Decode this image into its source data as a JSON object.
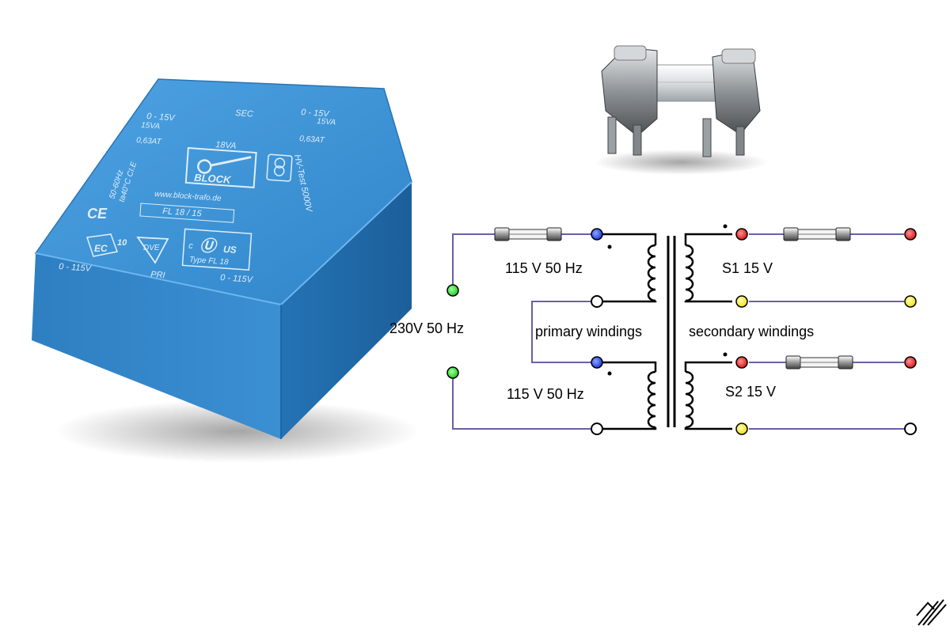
{
  "transformer_case": {
    "sec_left_range": "0 - 15V",
    "sec_left_va": "15VA",
    "sec_left_fuse": "0,63AT",
    "sec_label": "SEC",
    "sec_right_range": "0 - 15V",
    "sec_right_va": "15VA",
    "sec_right_fuse": "0,63AT",
    "total_va": "18VA",
    "brand": "BLOCK",
    "website": "www.block-trafo.de",
    "model": "FL 18 / 15",
    "freq_temp_line1": "50-60Hz",
    "freq_temp_line2": "ta40°C CI.E",
    "hv_test": "HV-Test 5000V",
    "ce_mark": "CE",
    "ec_mark": "EC",
    "ec_num": "10",
    "vde_mark": "DVE",
    "ul_c": "c",
    "ul_us": "US",
    "ul_type": "Type FL 18",
    "pri_label": "PRI",
    "pri_left_range": "0 - 115V",
    "pri_right_range": "0 - 115V"
  },
  "schematic": {
    "input_label": "230V 50 Hz",
    "primary_top_label": "115 V 50 Hz",
    "primary_bottom_label": "115 V 50 Hz",
    "primary_group_label": "primary windings",
    "secondary_group_label": "secondary windings",
    "s1_label": "S1 15 V",
    "s2_label": "S2 15 V"
  },
  "colors": {
    "case_blue": "#3d8fd0",
    "wire_purple": "#6a5fa8",
    "terminal_input": "#22cc22",
    "terminal_primary": "#1a3be0",
    "terminal_secondary": "#e01a1a",
    "terminal_return": "#f0e020"
  }
}
